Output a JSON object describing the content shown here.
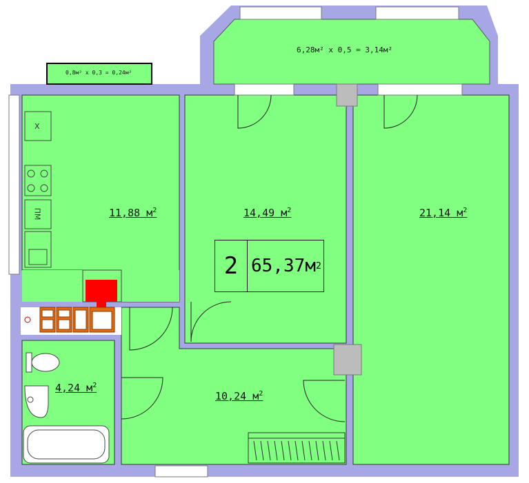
{
  "apartment": {
    "rooms_count": "2",
    "total_area": "65,37",
    "total_unit": "м"
  },
  "rooms": [
    {
      "id": "kitchen",
      "area": "11,88",
      "unit": "м"
    },
    {
      "id": "room1",
      "area": "14,49",
      "unit": "м"
    },
    {
      "id": "room2",
      "area": "21,14",
      "unit": "м"
    },
    {
      "id": "bathroom",
      "area": "4,24",
      "unit": "м"
    },
    {
      "id": "hall",
      "area": "10,24",
      "unit": "м"
    }
  ],
  "balconies": {
    "small": "0,8м² x 0,3 = 0,24м²",
    "large": "6,28м² x 0,5 = 3,14м²"
  },
  "appliances": {
    "fridge_label": "Х",
    "dishwasher_label": "ПМ"
  },
  "colors": {
    "floor": "#80ff80",
    "wall": "#a7a7e6",
    "riser": "#ff0000",
    "cabinet": "#e06a10"
  }
}
